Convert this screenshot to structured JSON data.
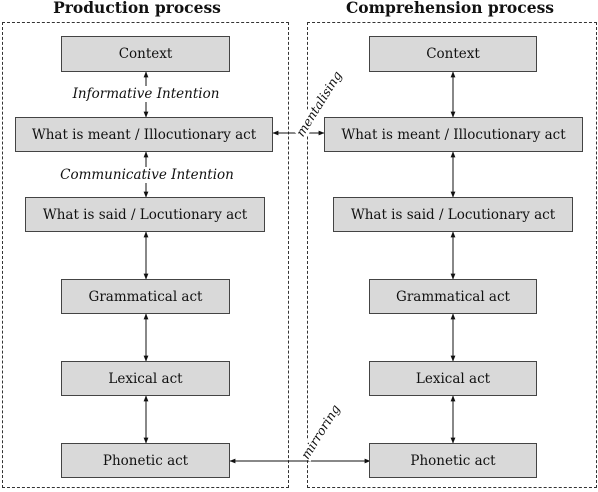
{
  "production": {
    "title": "Production process",
    "boxes": {
      "context": "Context",
      "what_is_meant": "What is meant / Illocutionary act",
      "what_is_said": "What is said / Locutionary act",
      "grammatical": "Grammatical act",
      "lexical": "Lexical act",
      "phonetic": "Phonetic act"
    },
    "labels": {
      "informative_intention": "Informative Intention",
      "communicative_intention": "Communicative Intention"
    }
  },
  "comprehension": {
    "title": "Comprehension process",
    "boxes": {
      "context": "Context",
      "what_is_meant": "What is meant / Illocutionary act",
      "what_is_said": "What is said / Locutionary act",
      "grammatical": "Grammatical act",
      "lexical": "Lexical act",
      "phonetic": "Phonetic act"
    }
  },
  "links": {
    "mentalising": "mentalising",
    "mirroring": "mirroring"
  },
  "colors": {
    "box_fill": "#d9d9d9",
    "box_border": "#444444",
    "arrow": "#111111"
  }
}
